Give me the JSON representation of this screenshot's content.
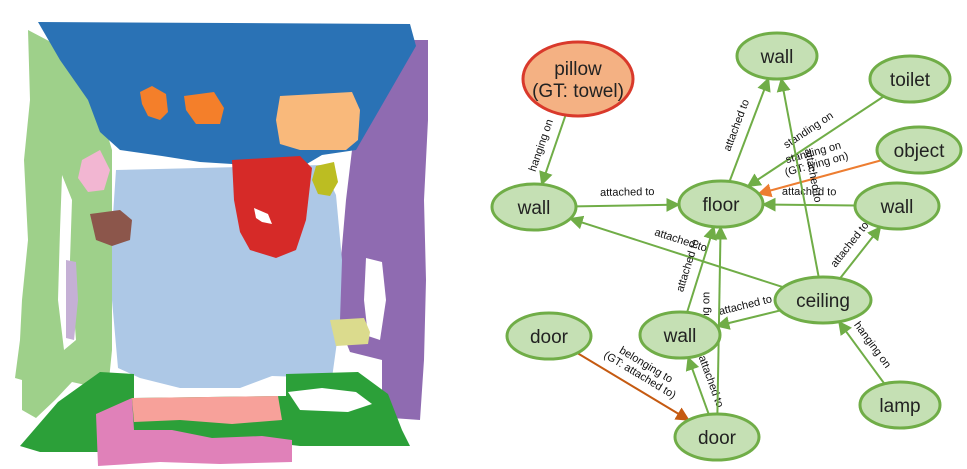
{
  "scene": {
    "segments": [
      {
        "label": "ceiling",
        "color": "#2a72b5"
      },
      {
        "label": "floor",
        "color": "#adc8e6"
      },
      {
        "label": "wall-left",
        "color": "#9ed08a"
      },
      {
        "label": "wall-right",
        "color": "#8f6bb1"
      },
      {
        "label": "door-frame",
        "color": "#2ca039"
      },
      {
        "label": "mat",
        "color": "#e081b9"
      },
      {
        "label": "rug",
        "color": "#f7a19a"
      },
      {
        "label": "object-orange",
        "color": "#f47f2a"
      },
      {
        "label": "object-peach",
        "color": "#f9b97b"
      },
      {
        "label": "object-red",
        "color": "#d62a28"
      },
      {
        "label": "object-olive",
        "color": "#bcbd22"
      },
      {
        "label": "object-brown",
        "color": "#8c564b"
      },
      {
        "label": "object-pink",
        "color": "#f2b6d2"
      },
      {
        "label": "object-khaki",
        "color": "#dbdb8d"
      },
      {
        "label": "object-lavender",
        "color": "#c5b0d5"
      }
    ]
  },
  "graph": {
    "colors": {
      "node_fill": "#c5e0b4",
      "node_stroke": "#70ad47",
      "error_fill": "#f4b183",
      "error_stroke": "#d9392b",
      "edge": "#70ad47",
      "error_edge": "#c55a11",
      "error_edge_alt": "#ed7d31"
    },
    "nodes": [
      {
        "id": "pillow",
        "lines": [
          "pillow",
          "(GT: towel)"
        ],
        "error": true
      },
      {
        "id": "wall_top",
        "lines": [
          "wall"
        ]
      },
      {
        "id": "toilet",
        "lines": [
          "toilet"
        ]
      },
      {
        "id": "object",
        "lines": [
          "object"
        ]
      },
      {
        "id": "wall_left",
        "lines": [
          "wall"
        ]
      },
      {
        "id": "floor",
        "lines": [
          "floor"
        ]
      },
      {
        "id": "wall_right",
        "lines": [
          "wall"
        ]
      },
      {
        "id": "ceiling",
        "lines": [
          "ceiling"
        ]
      },
      {
        "id": "door_left",
        "lines": [
          "door"
        ]
      },
      {
        "id": "wall_mid",
        "lines": [
          "wall"
        ]
      },
      {
        "id": "door_bottom",
        "lines": [
          "door"
        ]
      },
      {
        "id": "lamp",
        "lines": [
          "lamp"
        ]
      }
    ],
    "edges": [
      {
        "from": "pillow",
        "to": "wall_left",
        "lines": [
          "hanging on"
        ]
      },
      {
        "from": "floor",
        "to": "wall_top",
        "lines": [
          "attached to"
        ]
      },
      {
        "from": "toilet",
        "to": "floor",
        "lines": [
          "standing on"
        ]
      },
      {
        "from": "object",
        "to": "floor",
        "lines": [
          "standing on",
          "(GT: lying on)"
        ],
        "error": true
      },
      {
        "from": "wall_left",
        "to": "floor",
        "lines": [
          "attached to"
        ]
      },
      {
        "from": "wall_right",
        "to": "floor",
        "lines": [
          "attached to"
        ]
      },
      {
        "from": "ceiling",
        "to": "wall_top",
        "lines": [
          "attached to"
        ]
      },
      {
        "from": "ceiling",
        "to": "wall_left",
        "lines": [
          "attached to"
        ]
      },
      {
        "from": "ceiling",
        "to": "wall_right",
        "lines": [
          "attached to"
        ]
      },
      {
        "from": "wall_mid",
        "to": "floor",
        "lines": [
          "attached to"
        ]
      },
      {
        "from": "ceiling",
        "to": "wall_mid",
        "lines": [
          "attached to"
        ]
      },
      {
        "from": "lamp",
        "to": "ceiling",
        "lines": [
          "hanging on"
        ]
      },
      {
        "from": "door_left",
        "to": "door_bottom",
        "lines": [
          "belonging to",
          "(GT: attached to)"
        ],
        "error": true
      },
      {
        "from": "door_bottom",
        "to": "wall_mid",
        "lines": [
          "attached to"
        ]
      },
      {
        "from": "door_bottom",
        "to": "floor",
        "lines": [
          "standing on"
        ]
      }
    ]
  }
}
